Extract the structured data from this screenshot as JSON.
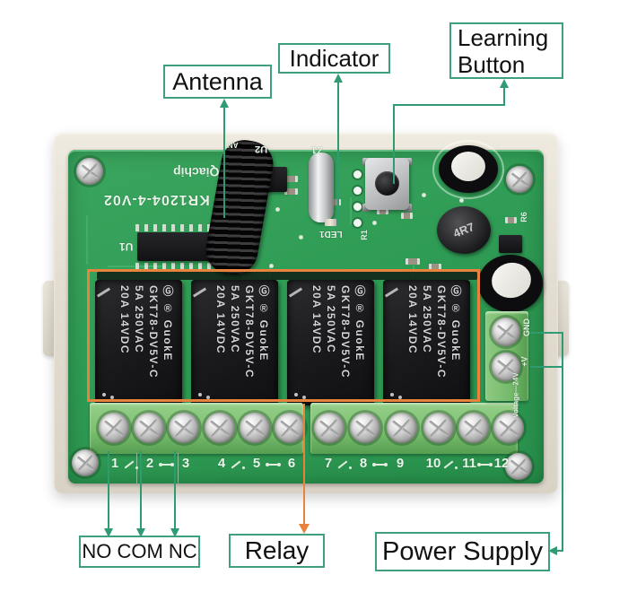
{
  "labels": {
    "antenna": "Antenna",
    "indicator": "Indicator",
    "learning_button": "Learning Button",
    "no_com_nc": "NO COM NC",
    "relay": "Relay",
    "power_supply": "Power Supply"
  },
  "colors": {
    "annotation_teal": "#2f9b72",
    "annotation_orange": "#e8823c",
    "pcb_green": "#2f9c55",
    "terminal_green": "#7cc070",
    "case_beige": "#e7e2d8"
  },
  "silkscreen": {
    "brand": "Qiachip",
    "model": "KR1204-4-V02",
    "u1": "U1",
    "u2": "U2",
    "ant": "ANT",
    "z1": "Z1",
    "led1": "LED1",
    "r1": "R1",
    "r6": "R6",
    "inductor_value": "4R7",
    "gnd": "GND",
    "plus_v": "+V",
    "voltage_range": "Voltage—24V"
  },
  "relay_label": {
    "line1": "Ⓖ ® GuokE",
    "line2": "GKT78-DV5V-C",
    "line3": "5A 250VAC",
    "line4": "20A 14VDC"
  },
  "terminals": {
    "numbers": [
      "1",
      "2",
      "3",
      "4",
      "5",
      "6",
      "7",
      "8",
      "9",
      "10",
      "11",
      "12"
    ]
  }
}
